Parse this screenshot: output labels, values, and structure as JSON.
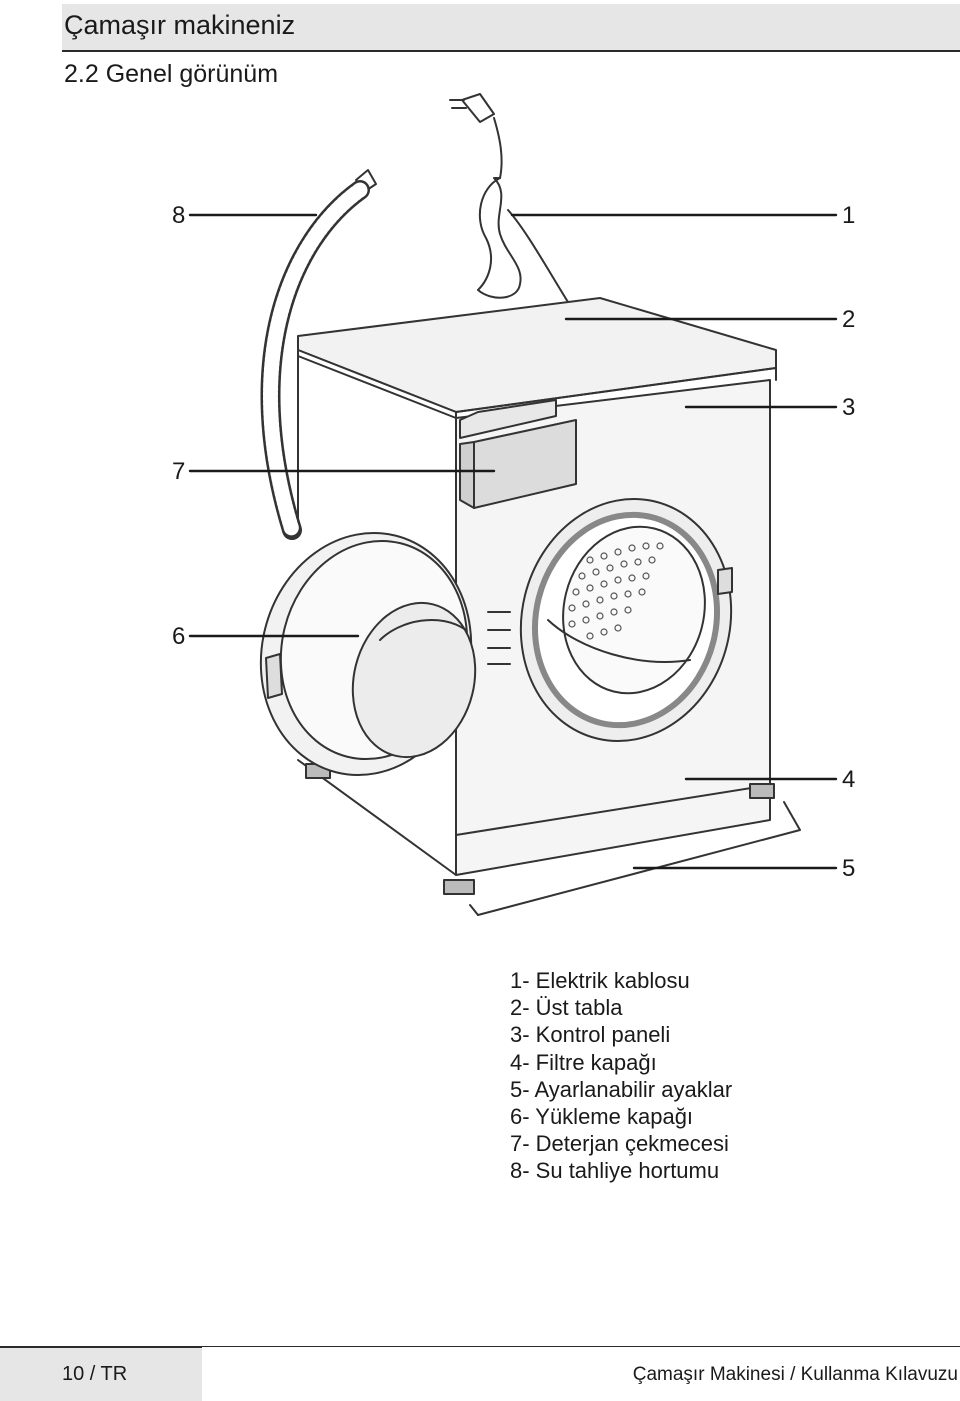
{
  "header": {
    "chapter_title": "Çamaşır makineniz"
  },
  "section": {
    "title": "2.2 Genel görünüm"
  },
  "diagram": {
    "callouts": [
      "1",
      "2",
      "3",
      "4",
      "5",
      "6",
      "7",
      "8"
    ]
  },
  "legend": {
    "items": [
      "1- Elektrik kablosu",
      "2- Üst tabla",
      "3- Kontrol paneli",
      "4- Filtre kapağı",
      "5- Ayarlanabilir ayaklar",
      "6- Yükleme kapağı",
      "7- Deterjan çekmecesi",
      "8- Su tahliye hortumu"
    ]
  },
  "footer": {
    "page_number": "10 / TR",
    "manual_name": "Çamaşır Makinesi / Kullanma Kılavuzu"
  }
}
